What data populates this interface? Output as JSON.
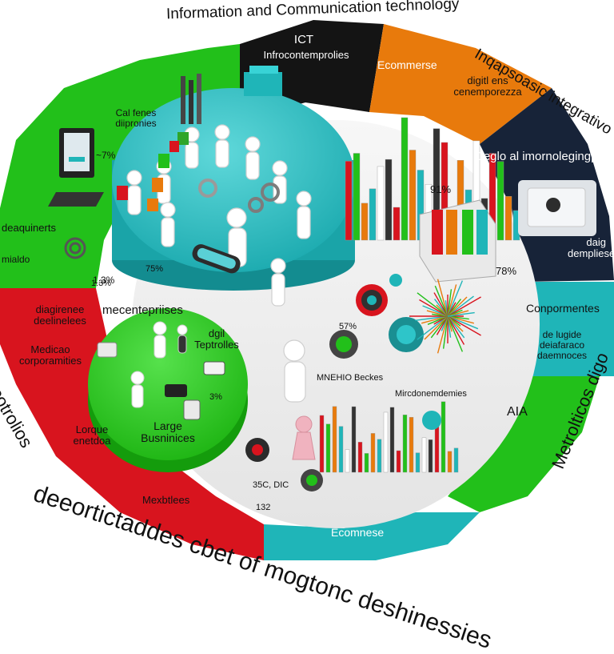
{
  "outer_title_top": "Information and Communication technology",
  "outer_title_right": "Inqapsoasic integrativo",
  "outer_title_bottom": "deeortictaddes cbet of mogtonc deshinessies",
  "outer_title_left": "ncotrolios",
  "outer_title_right_lower": "Metrolticos digo",
  "segments": {
    "ict": {
      "title": "ICT",
      "subtitle": "Infrocontemprolies"
    },
    "ecommerce_top": {
      "title": "Ecommerse",
      "subtitle": "digitl ens cenemporezza"
    },
    "dark_right": {
      "title": "Deglo al imornolegingplo",
      "subtitle": "daig dempliese"
    },
    "teal_right": {
      "title": "Conpormentes",
      "subtitle": "de lugide deiafaraco daemnoces"
    },
    "green_right": {
      "title": "AIA"
    },
    "teal_bottom": {
      "title": "Ecomnese"
    },
    "red_left": {
      "item1": "diagirenee deelinelees",
      "item2": "Medicao corporamities",
      "item3": "Lorque enetdoa",
      "item4": "Mexbtlees"
    },
    "green_left": {
      "item1": "Cal fenes diipronies",
      "item2": "deaquinerts",
      "item3": "mialdo",
      "pct1": "~7%",
      "pct2": "1.3%"
    }
  },
  "green_circle": {
    "title": "mecentepriises",
    "label1": "dgil Teptrolles",
    "label2": "Large Busninices",
    "pct": "3%"
  },
  "annotations": {
    "pct_91": "91%",
    "pct_78": "78%",
    "pct_7": "7%",
    "pct_13": "1.3%",
    "pct_57": "57%",
    "mobile_label": "MNEHIO Beckes",
    "micro_label": "Mircdonemdemies",
    "code_label": "35C, DIC",
    "code_label2": "132",
    "pct_teal": "75%"
  },
  "colors": {
    "green": "#22c01a",
    "red": "#d8141e",
    "teal": "#1fb5b8",
    "black": "#141414",
    "orange": "#e87a0c",
    "navy": "#172338",
    "grey_disk": "#f1f1f1"
  }
}
